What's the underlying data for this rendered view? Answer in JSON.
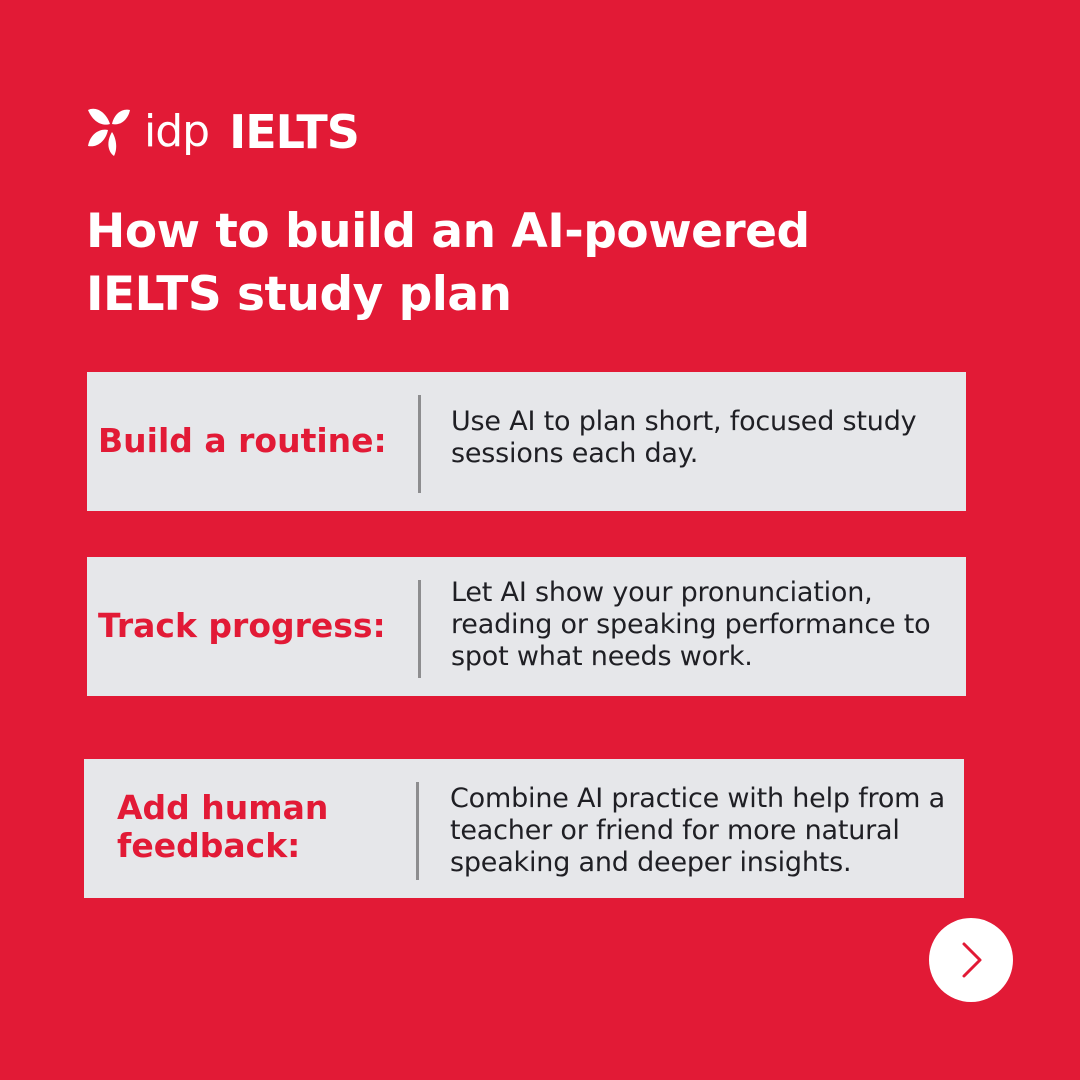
{
  "brand": {
    "logo_icon": "idp-butterfly-logo-icon",
    "idp_text": "idp",
    "ielts_text": "IELTS"
  },
  "headline": {
    "line1": "How to build an AI-powered",
    "line2": "IELTS study plan"
  },
  "tips": [
    {
      "label": "Build a routine:",
      "description": "Use AI to plan short, focused study sessions each day."
    },
    {
      "label": "Track progress:",
      "description": "Let AI show your pronunciation, reading or speaking performance to spot what needs work."
    },
    {
      "label": "Add human feedback:",
      "description": "Combine AI practice with help from a teacher or friend for more natural speaking and deeper insights."
    }
  ],
  "navigation": {
    "next_icon": "chevron-right-icon"
  },
  "colors": {
    "background": "#e21a36",
    "card": "#e6e7ea",
    "accent_text": "#e21a36",
    "body_text": "#1f1f24",
    "divider": "#8d8d8f"
  }
}
